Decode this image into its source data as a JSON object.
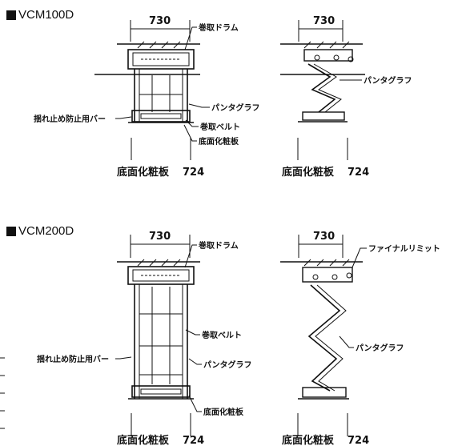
{
  "vcm100d": {
    "title": "VCM100D",
    "front": {
      "width_dim": "730",
      "callouts": {
        "drum": "巻取ドラム",
        "pantograph": "パンタグラフ",
        "belt": "巻取ベルト",
        "bottom_board": "底面化粧板",
        "sway_bar": "揺れ止め防止用バー"
      },
      "bottom_label": "底面化粧板",
      "bottom_dim": "724"
    },
    "side": {
      "width_dim": "730",
      "callouts": {
        "pantograph": "パンタグラフ"
      },
      "bottom_label": "底面化粧板",
      "bottom_dim": "724"
    }
  },
  "vcm200d": {
    "title": "VCM200D",
    "front": {
      "width_dim": "730",
      "callouts": {
        "drum": "巻取ドラム",
        "belt": "巻取ベルト",
        "pantograph": "パンタグラフ",
        "bottom_board": "底面化粧板",
        "sway_bar": "揺れ止め防止用バー"
      },
      "bottom_label": "底面化粧板",
      "bottom_dim": "724"
    },
    "side": {
      "width_dim": "730",
      "callouts": {
        "final_limit": "ファイナルリミット",
        "pantograph": "パンタグラフ"
      },
      "bottom_label": "底面化粧板",
      "bottom_dim": "724"
    }
  },
  "colors": {
    "ink": "#111111",
    "background": "#ffffff"
  }
}
